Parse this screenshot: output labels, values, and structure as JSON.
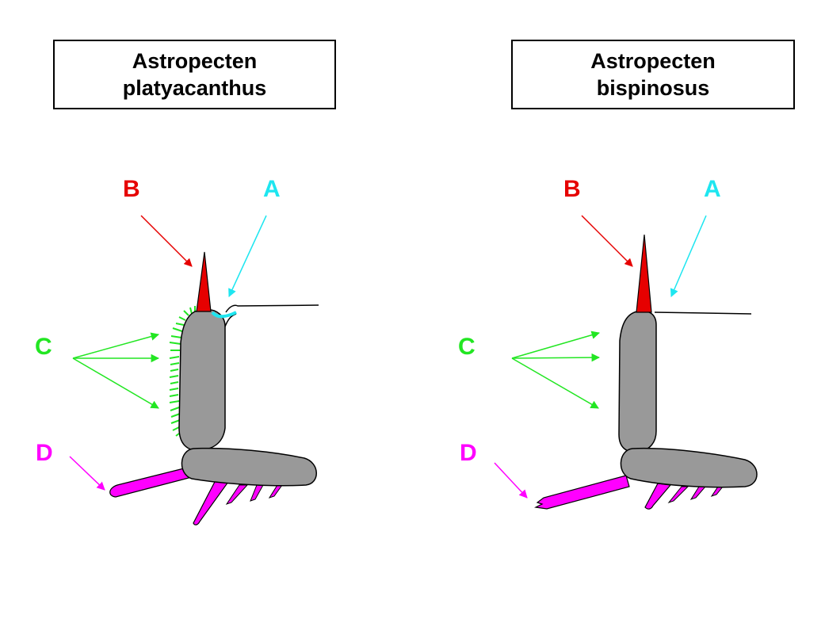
{
  "panels": [
    {
      "title_line1": "Astropecten",
      "title_line2": "platyacanthus"
    },
    {
      "title_line1": "Astropecten",
      "title_line2": "bispinosus"
    }
  ],
  "labels": {
    "a": "A",
    "b": "B",
    "c": "C",
    "d": "D"
  },
  "colors": {
    "a": "#1ee6f0",
    "b": "#e60000",
    "c": "#22e622",
    "d": "#ff00ff",
    "plate": "#999999",
    "outline": "#000000"
  }
}
